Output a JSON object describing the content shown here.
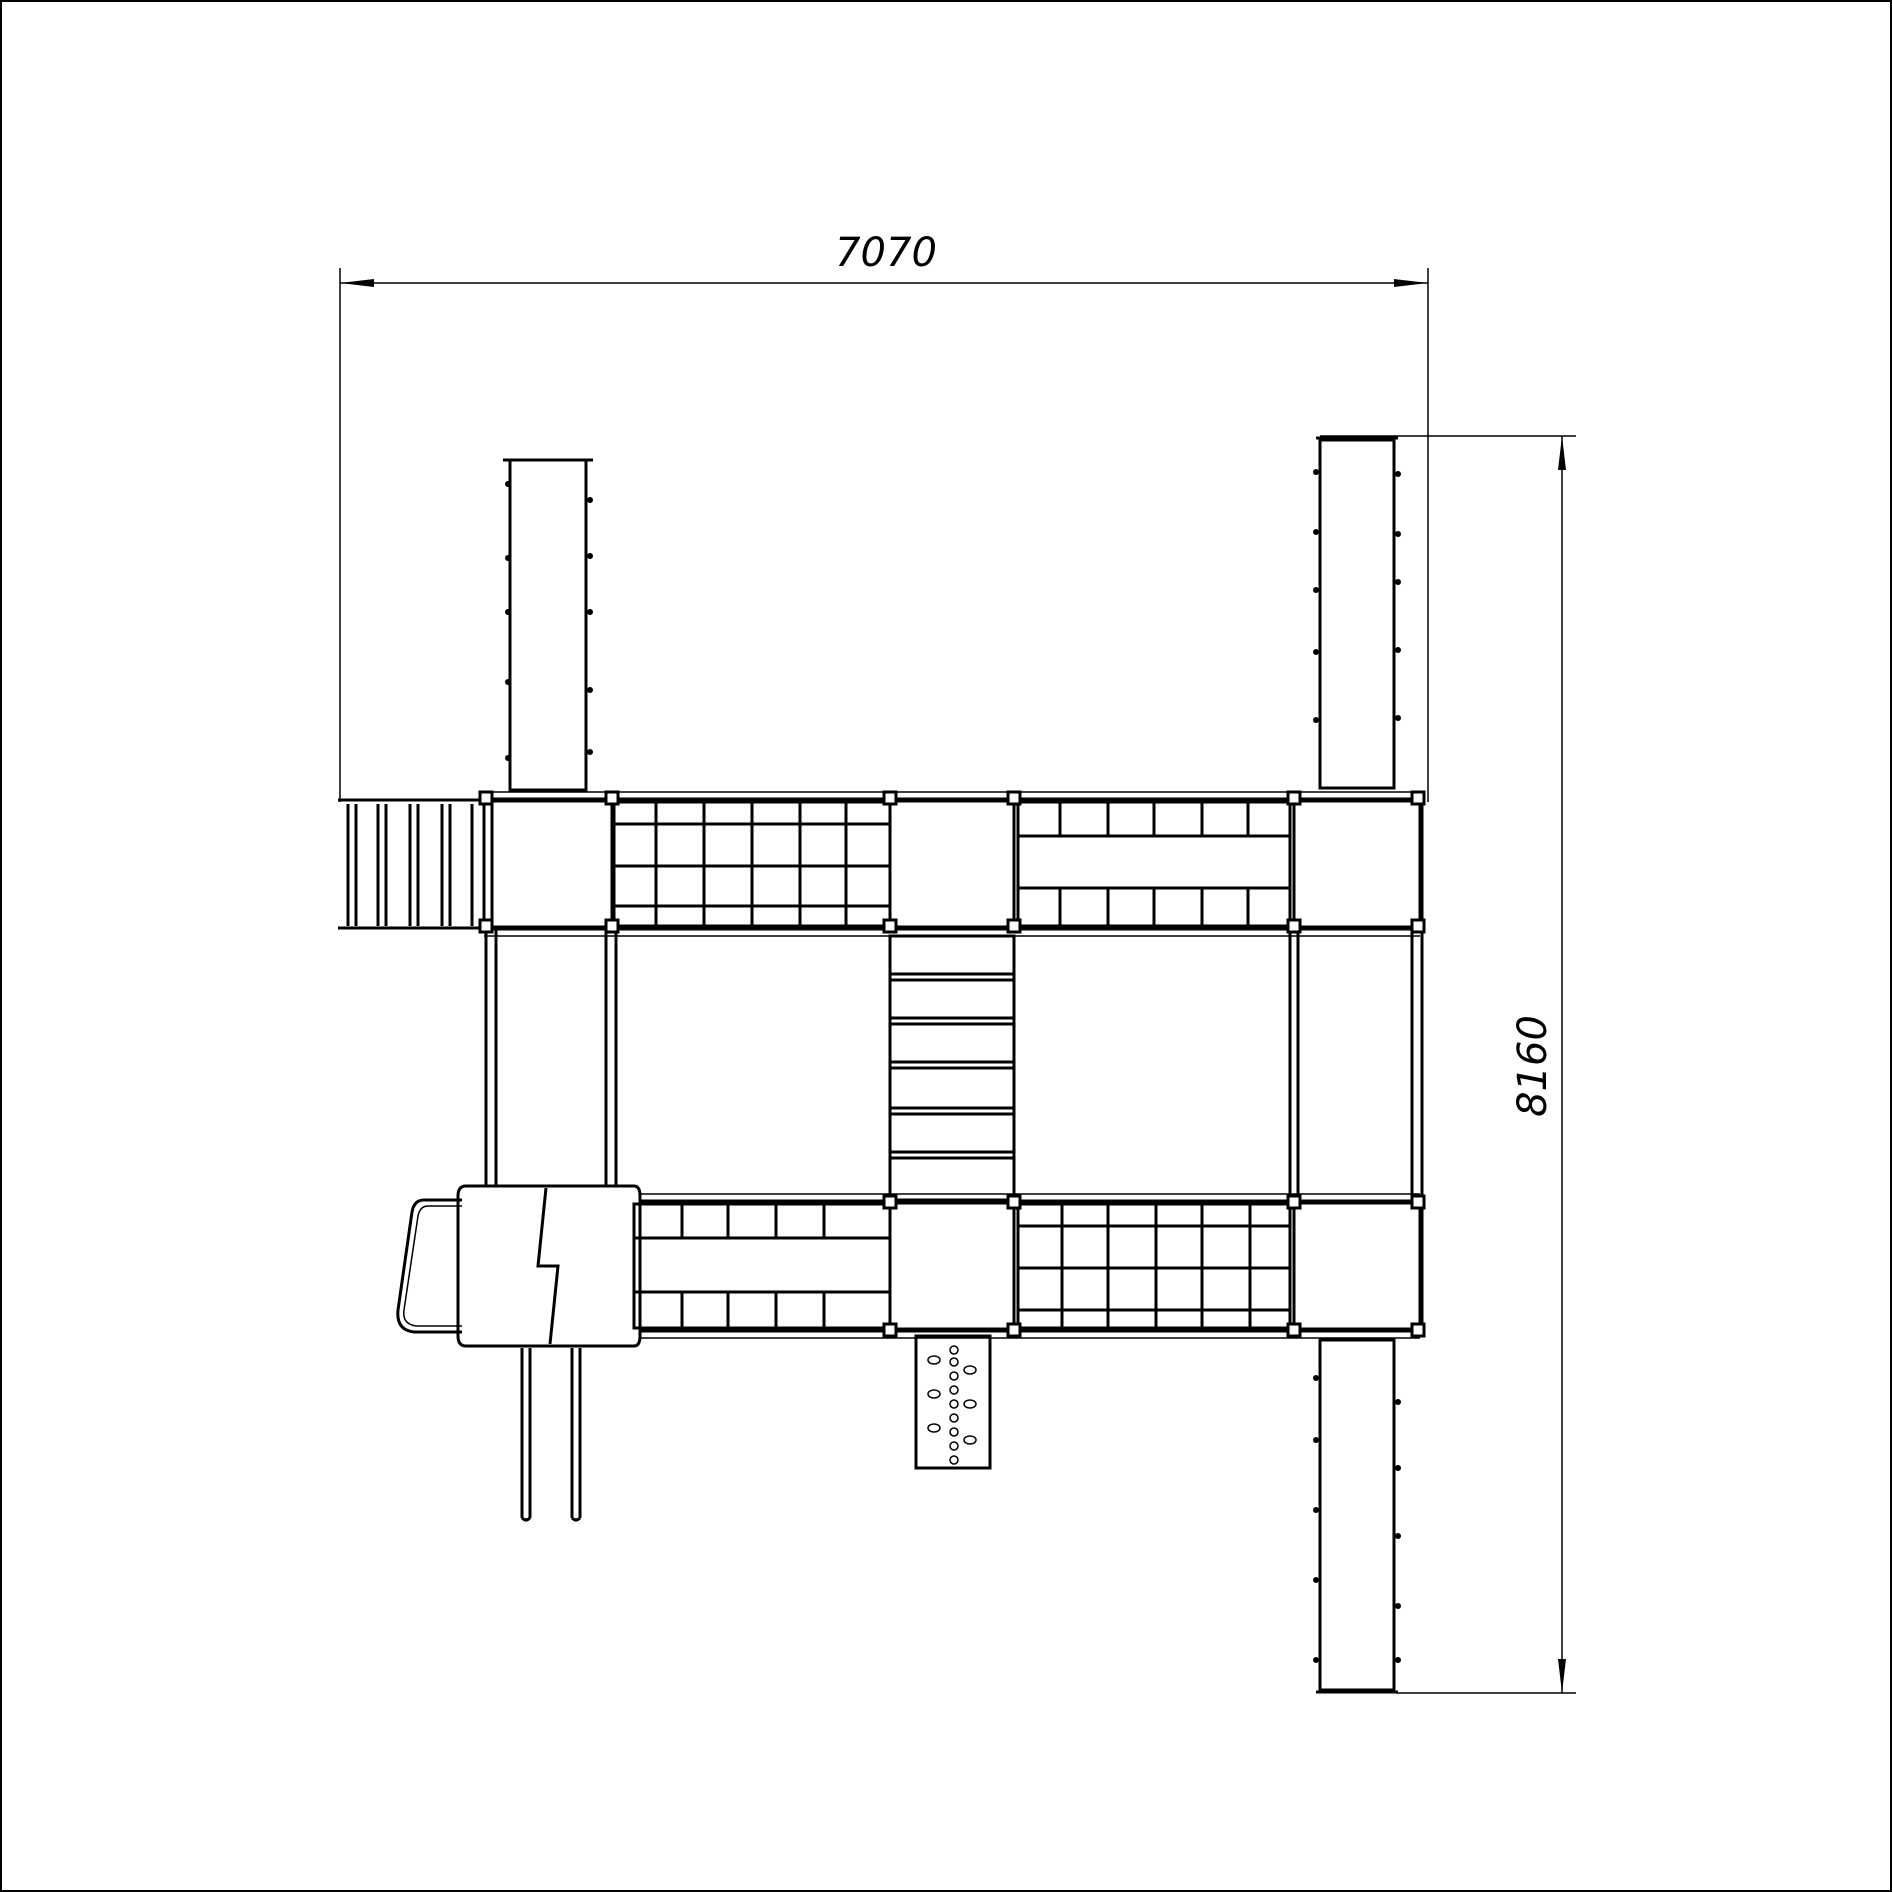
{
  "drawing": {
    "type": "playground plan view",
    "colors": {
      "line": "#000000",
      "background": "#ffffff"
    }
  },
  "dimensions": {
    "width_label": "7070",
    "height_label": "8160"
  }
}
